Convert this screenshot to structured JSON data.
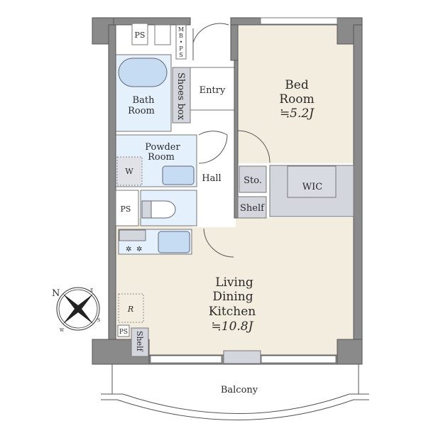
{
  "rooms": {
    "bedroom": {
      "line1": "Bed",
      "line2": "Room",
      "size": "≒5.2J"
    },
    "ldk": {
      "line1": "Living",
      "line2": "Dining",
      "line3": "Kitchen",
      "size": "≒10.8J"
    },
    "bath": {
      "line1": "Bath",
      "line2": "Room"
    },
    "powder": {
      "line1": "Powder",
      "line2": "Room"
    },
    "entry": "Entry",
    "hall": "Hall",
    "wic": "WIC",
    "storage": "Sto.",
    "shelf_hall": "Shelf",
    "shelf_ldk": "Shelf",
    "shoes_box": "Shoes box",
    "ps_top": "PS",
    "ps_mid": "PS",
    "ps_bottom": "PS",
    "mbps": [
      "M",
      "B",
      "•",
      "P",
      "S"
    ],
    "washer": "W",
    "fridge": "R",
    "balcony": "Balcony"
  },
  "compass": {
    "n": "N",
    "e": "E",
    "s": "S",
    "w": "W"
  }
}
